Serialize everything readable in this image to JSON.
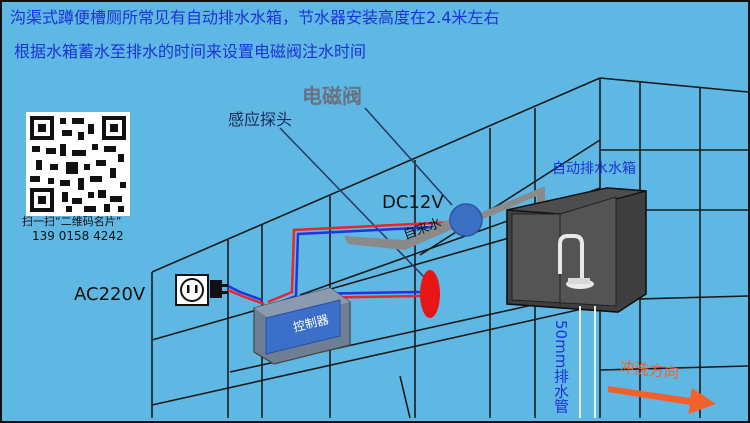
{
  "header": {
    "line1": "沟渠式蹲便槽厕所常见有自动排水水箱，节水器安装高度在2.4米左右",
    "line2": "根据水箱蓄水至排水的时间来设置电磁阀注水时间"
  },
  "labels": {
    "solenoid_valve": "电磁阀",
    "sensor_probe": "感应探头",
    "dc_voltage": "DC12V",
    "tap_water": "自来水",
    "auto_tank": "自动排水水箱",
    "ac_voltage": "AC220V",
    "controller": "控制器",
    "drain_pipe": "50mm排水管",
    "flush_direction": "冲洗方向"
  },
  "contact": {
    "qr_caption": "扫一扫“二维码名片”",
    "phone": "139 0158 4242"
  },
  "colors": {
    "background": "#5fb8e4",
    "header_text": "#1a33d9",
    "wall_lines": "#1a1a1a",
    "wire_red": "#e8262b",
    "wire_blue": "#2233dd",
    "sensor": "#e81515",
    "valve": "#3a6fc4",
    "pipe": "#8a8a8a",
    "tank": "#3f3f3f",
    "flush_arrow": "#f4602a"
  }
}
